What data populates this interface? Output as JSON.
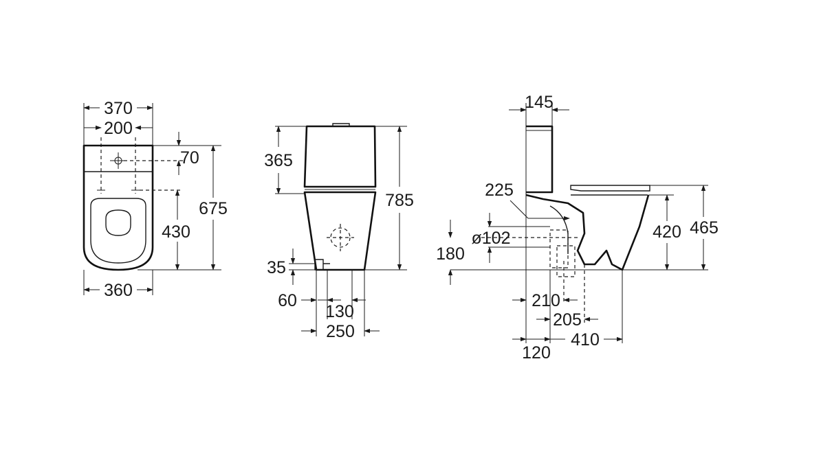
{
  "views": {
    "top": {
      "dims": {
        "width_tank": "370",
        "fixing_spacing": "200",
        "inlet_offset": "70",
        "fixing_to_front": "430",
        "overall_depth": "675",
        "bowl_width": "360"
      }
    },
    "front": {
      "dims": {
        "tank_height": "365",
        "overall_height": "785",
        "inlet_height": "35",
        "inlet_side": "60",
        "fixing_spacing": "130",
        "base_width": "250"
      }
    },
    "side": {
      "dims": {
        "tank_depth": "145",
        "outlet_setback": "225",
        "outlet_diameter": "ø102",
        "outlet_height": "180",
        "seat_height": "420",
        "overall_seat_height": "465",
        "outlet_to_fix": "210",
        "outlet_to_front": "205",
        "wall_to_outlet": "120",
        "base_length": "410"
      }
    }
  }
}
